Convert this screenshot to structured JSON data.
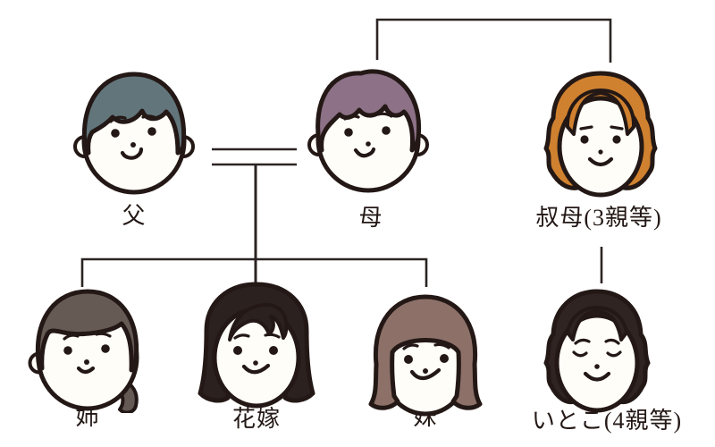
{
  "figure": {
    "title": "family-tree-illustration",
    "background": "#ffffff",
    "outline_color": "#231815",
    "line_color": "#2b2423",
    "face_color": "#fffdf8"
  },
  "people": [
    {
      "id": "father",
      "label": "父",
      "hair_color": "#62757b"
    },
    {
      "id": "mother",
      "label": "母",
      "hair_color": "#8d7187"
    },
    {
      "id": "aunt",
      "label": "叔母(3親等)",
      "hair_color": "#d0812f"
    },
    {
      "id": "older-sister",
      "label": "姉",
      "hair_color": "#665a55"
    },
    {
      "id": "bride",
      "label": "花嫁",
      "hair_color": "#2b211e"
    },
    {
      "id": "younger-sister",
      "label": "妹",
      "hair_color": "#8d7168"
    },
    {
      "id": "cousin",
      "label": "いとこ(4親等)",
      "hair_color": "#2f2421"
    }
  ],
  "connections": [
    {
      "type": "marriage",
      "between": [
        "father",
        "mother"
      ],
      "style": "double-line"
    },
    {
      "type": "children-of-marriage",
      "children": [
        "older-sister",
        "bride",
        "younger-sister"
      ]
    },
    {
      "type": "sibling",
      "between": [
        "mother",
        "aunt"
      ],
      "style": "top-bracket"
    },
    {
      "type": "parent-child",
      "between": [
        "aunt",
        "cousin"
      ]
    }
  ]
}
